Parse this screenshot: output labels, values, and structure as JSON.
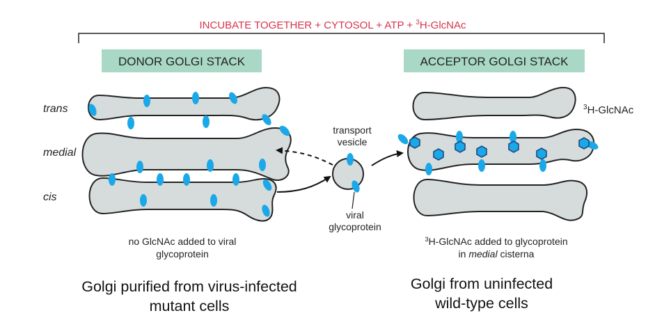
{
  "header": {
    "main": "INCUBATE TOGETHER + CYTOSOL + ATP + ",
    "sup": "3",
    "tail": "H-GlcNAc",
    "color": "#d6334a"
  },
  "donor": {
    "label": "DONOR GOLGI STACK",
    "levels": {
      "trans": "trans",
      "medial": "medial",
      "cis": "cis"
    },
    "note_line1": "no GlcNAc added to viral",
    "note_line2": "glycoprotein",
    "caption_line1": "Golgi purified from virus-infected",
    "caption_line2": "mutant cells"
  },
  "vesicle": {
    "label_line1": "transport",
    "label_line2": "vesicle",
    "glyco_line1": "viral",
    "glyco_line2": "glycoprotein"
  },
  "acceptor": {
    "label": "ACCEPTOR GOLGI STACK",
    "reagent_sup": "3",
    "reagent": "H-GlcNAc",
    "note_sup": "3",
    "note_line1": "H-GlcNAc added to glycoprotein",
    "note_in": "in ",
    "note_medial": "medial",
    "note_cisterna": " cisterna",
    "caption_line1": "Golgi from uninfected",
    "caption_line2": "wild-type cells"
  },
  "colors": {
    "label_box": "#a9d9c6",
    "cisterna": "#d6dcdc",
    "glycoprotein": "#1ba8e8"
  }
}
